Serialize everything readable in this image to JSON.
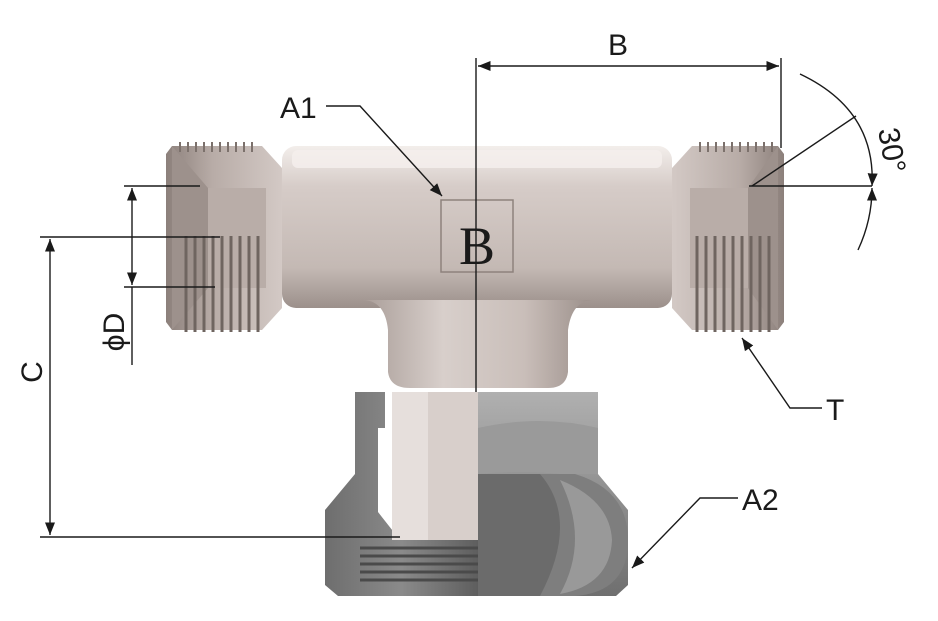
{
  "labels": {
    "b_dimension": "B",
    "a1": "A1",
    "a2": "A2",
    "c_dimension": "C",
    "d_diameter": "ϕD",
    "t_thread": "T",
    "angle": "30°",
    "body_mark": "B"
  },
  "colors": {
    "body_light": "#d9d1cd",
    "body_mid": "#bfb5b0",
    "body_dark": "#8f8480",
    "nut_light": "#a3a3a3",
    "nut_mid": "#7d7d7d",
    "nut_dark": "#5a5a5a",
    "dimension_line": "#1a1a1a"
  }
}
